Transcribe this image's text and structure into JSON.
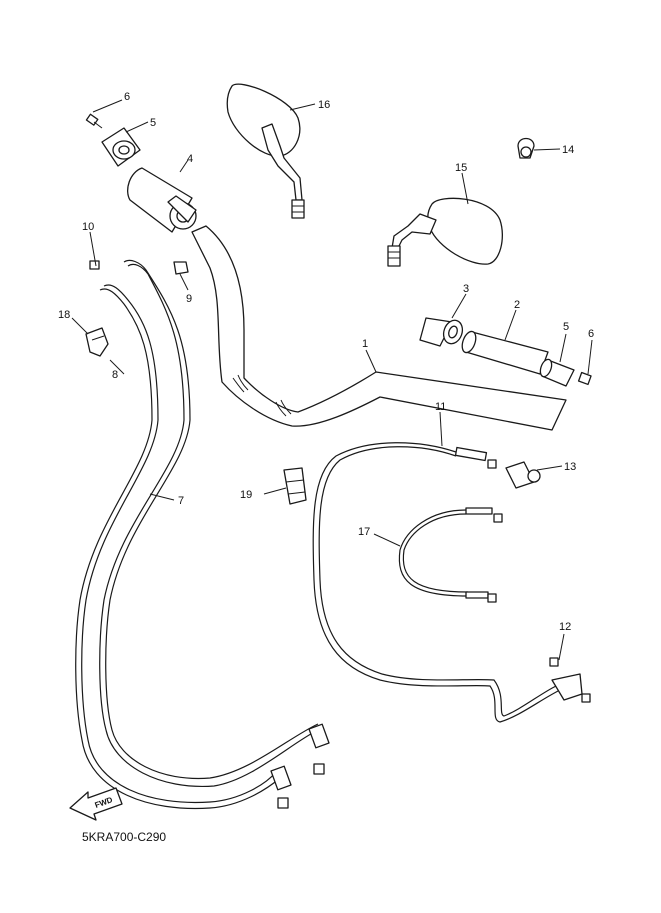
{
  "callouts": {
    "n1": "1",
    "n2": "2",
    "n3": "3",
    "n4": "4",
    "n5a": "5",
    "n5b": "5",
    "n6a": "6",
    "n6b": "6",
    "n7": "7",
    "n8": "8",
    "n9": "9",
    "n10": "10",
    "n11": "11",
    "n12": "12",
    "n13": "13",
    "n14": "14",
    "n15": "15",
    "n16": "16",
    "n17": "17",
    "n18": "18",
    "n19": "19"
  },
  "fwd_label": "FWD",
  "diagram_code": "5KRA700-C290"
}
